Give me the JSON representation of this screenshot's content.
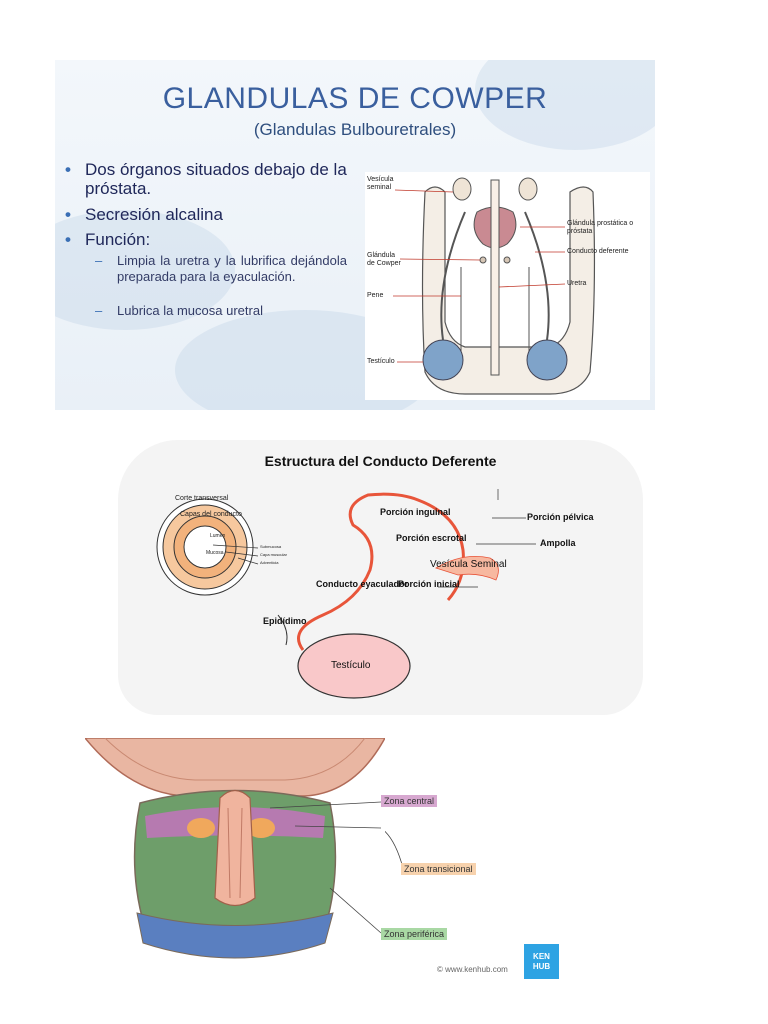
{
  "slide1": {
    "title": "GLANDULAS DE COWPER",
    "subtitle": "(Glandulas Bulbouretrales)",
    "bullets": [
      "Dos órganos situados debajo de la próstata.",
      "Secresión alcalina",
      "Función:"
    ],
    "subbullets": [
      "Limpia la uretra y la lubrifica dejándola preparada para la eyaculación.",
      "Lubrica la mucosa uretral"
    ],
    "figure_labels": {
      "vesicula": "Vesícula seminal",
      "glandula_prostatica": "Glándula prostática o próstata",
      "glandula_cowper": "Glándula de Cowper",
      "conducto_deferente": "Conducto deferente",
      "uretra": "Uretra",
      "pene": "Pene",
      "testiculo": "Testículo"
    }
  },
  "slide2": {
    "title": "Estructura del Conducto Deferente",
    "corte_transversal": "Corte transversal",
    "capas": "Capas del conducto",
    "lumen": "Lumen",
    "mucosa": "Mucosa",
    "layer_labels": [
      "Submucosa",
      "Capa muscular",
      "Adventicia"
    ],
    "porcion_inguinal": "Porción inguinal",
    "porcion_pelvica": "Porción pélvica",
    "porcion_escrotal": "Porción escrotal",
    "ampolla": "Ampolla",
    "vesicula_seminal": "Vesícula Seminal",
    "conducto_eyaculador": "Conducto eyaculador",
    "porcion_inicial": "Porción inicial",
    "epididimo": "Epidídimo",
    "testiculo": "Testículo"
  },
  "slide3": {
    "zona_central": "Zona central",
    "zona_transicional": "Zona transicional",
    "zona_periferica": "Zona periférica",
    "copyright": "© www.kenhub.com",
    "logo_text": "KEN HUB",
    "colors": {
      "central": "#c78fb7",
      "transicional": "#f2c49a",
      "periferica": "#8ec98c",
      "logo": "#2ea3e3"
    }
  }
}
